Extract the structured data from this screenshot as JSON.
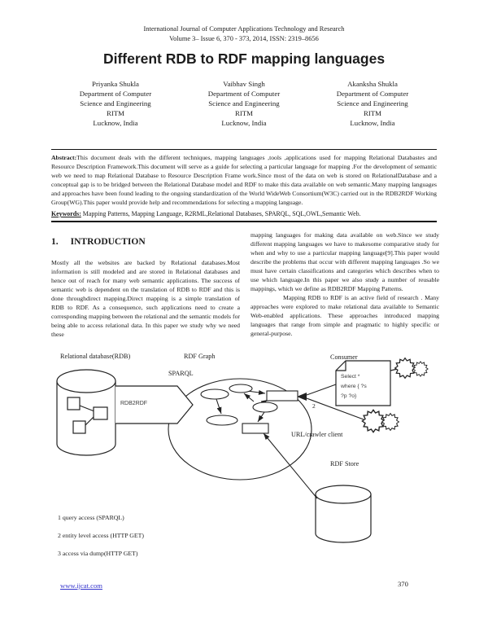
{
  "header": {
    "journal_line1": "International Journal of Computer Applications Technology and Research",
    "journal_line2": "Volume 3– Issue 6, 370 - 373, 2014, ISSN:  2319–8656",
    "title": "Different RDB to RDF mapping languages"
  },
  "authors": [
    {
      "name": "Priyanka Shukla",
      "lines": [
        "Department of Computer",
        "Science and Engineering",
        "RITM",
        "Lucknow, India"
      ]
    },
    {
      "name": "Vaibhav Singh",
      "lines": [
        "Department of Computer",
        "Science and Engineering",
        "RITM",
        "Lucknow, India"
      ]
    },
    {
      "name": "Akanksha Shukla",
      "lines": [
        "Department of Computer",
        "Science and Engineering",
        "RITM",
        "Lucknow, India"
      ]
    }
  ],
  "abstract": {
    "label": "Abstract:",
    "text": "This document deals with the different techniques, mapping languages ,tools ,applications used for mapping Relational Databastes and Resource Description Framework.This document will serve as a guide for selecting a particular language for mapping .For the development of semantic web we need to map Relational Database to Resource Description Frame work.Since most of the data on web is stored on RelationalDatabase and a conceptual gap is to be bridged between the Relational Database model and RDF to make this data available on web semantic.Many mapping languages and approaches have been found leading to  the ongoing standardization of the World WideWeb Consortium(W3C) carried out in the RDB2RDF Working Group(WG).This paper would provide help and recommendations for selecting a mapping language."
  },
  "keywords": {
    "label": "Keywords:",
    "text": " Mapping Patterns, Mapping Language, R2RML,Relational Databases, SPARQL, SQL,OWL,Semantic Web."
  },
  "introduction": {
    "number": "1.",
    "heading": "INTRODUCTION",
    "col1": "Mostly all the websites are backed by Relational databases.Most  information is still modeled and are  stored in Relational databases and  hence out of reach for many web semantic applications. The success of semantic web is dependent on the translation of RDB to RDF and this is done throughdirect mapping.Direct mapping is a simple translation of RDB to RDF. As a consequence, such applications need to create a corresponding mapping between the relational and the semantic models for being able to access relational data. In this paper we study why we need these",
    "col2_p1": "mapping languages for making data available on web.Since we study different  mapping languages we have to makesome comparative study for when and why to use a particular mapping language[9].This paper would describe the problems that occur with  different mapping languages .So we must have certain classifications and categories which describes when to use which language.In this paper we also study a number of reusable mappings, which we define as RDB2RDF Mapping Patterns.",
    "col2_p2": "Mapping RDB to RDF  is an active field of research . Many approaches were explored to make relational data available to Semantic Web-enabled applications.  These approaches introduced mapping languages that range from simple and pragmatic to highly specific or general-purpose."
  },
  "figure": {
    "label_relational_db": "Relational database(RDB)",
    "label_rdf_graph": "RDF Graph",
    "label_consumer": "Consumer",
    "label_sparql": "SPARQL",
    "label_rdb2rdf": "RDB2RDF",
    "query": {
      "line1": "Select *",
      "line2": "where { ?s",
      "line3": "?p ?o}"
    },
    "callout_2": "2",
    "label_crawler": "URL/crawler client",
    "label_rdf_store": "RDF Store",
    "legend": [
      "1 query access (SPARQL)",
      "2 entity level access (HTTP GET)",
      "3 access via dump(HTTP GET)"
    ]
  },
  "footer": {
    "link": "www.ijcat.com",
    "page_number": "370",
    "link_color": "#3333cc"
  }
}
